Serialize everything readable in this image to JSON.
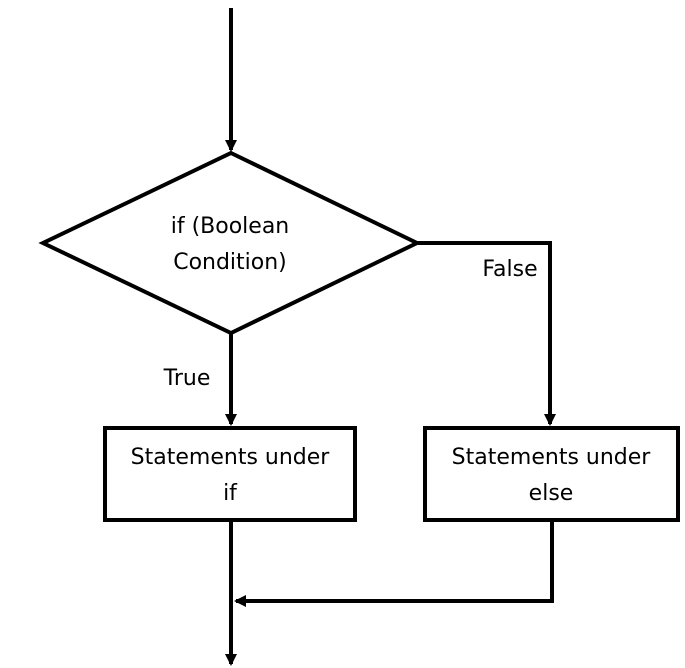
{
  "diagram": {
    "decision": {
      "line1": "if (Boolean",
      "line2": "Condition)"
    },
    "true_label": "True",
    "false_label": "False",
    "if_box": {
      "line1": "Statements under",
      "line2": "if"
    },
    "else_box": {
      "line1": "Statements under",
      "line2": "else"
    }
  }
}
